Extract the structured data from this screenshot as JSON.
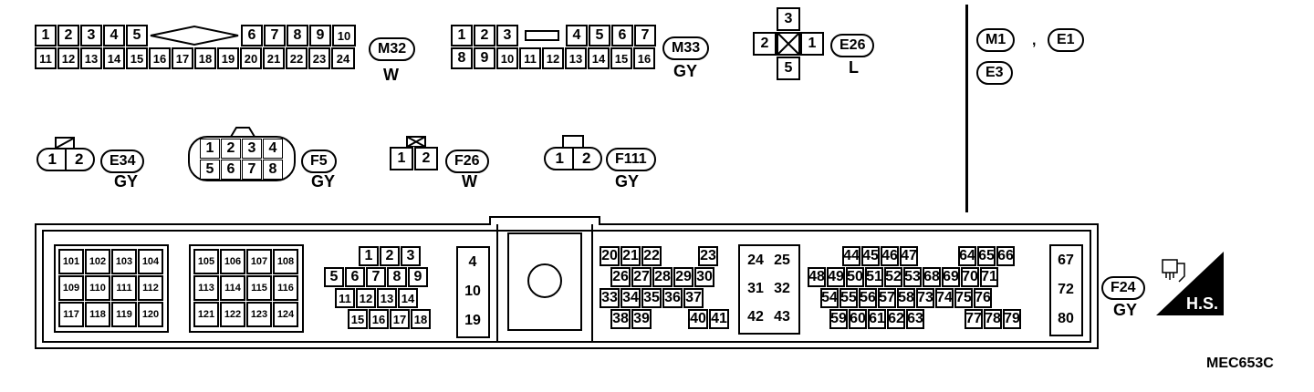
{
  "m32": {
    "top": [
      "1",
      "2",
      "3",
      "4",
      "5",
      "6",
      "7",
      "8",
      "9",
      "10"
    ],
    "bottom": [
      "11",
      "12",
      "13",
      "14",
      "15",
      "16",
      "17",
      "18",
      "19",
      "20",
      "21",
      "22",
      "23",
      "24"
    ],
    "tag": "M32",
    "color": "W"
  },
  "m33": {
    "top": [
      "1",
      "2",
      "3",
      "4",
      "5",
      "6",
      "7"
    ],
    "bottom": [
      "8",
      "9",
      "10",
      "11",
      "12",
      "13",
      "14",
      "15",
      "16"
    ],
    "tag": "M33",
    "color": "GY"
  },
  "e26": {
    "pins": [
      "3",
      "2",
      "1",
      "5"
    ],
    "tag": "E26",
    "color": "L"
  },
  "refs": {
    "m1": "M1",
    "comma": ",",
    "e1": "E1",
    "e3": "E3"
  },
  "e34": {
    "pins": [
      "1",
      "2"
    ],
    "tag": "E34",
    "color": "GY"
  },
  "f5": {
    "top": [
      "1",
      "2",
      "3",
      "4"
    ],
    "bottom": [
      "5",
      "6",
      "7",
      "8"
    ],
    "tag": "F5",
    "color": "GY"
  },
  "f26": {
    "pins": [
      "1",
      "2"
    ],
    "tag": "F26",
    "color": "W"
  },
  "f111": {
    "pins": [
      "1",
      "2"
    ],
    "tag": "F111",
    "color": "GY"
  },
  "ecm": {
    "g1": [
      [
        "101",
        "102",
        "103",
        "104"
      ],
      [
        "109",
        "110",
        "111",
        "112"
      ],
      [
        "117",
        "118",
        "119",
        "120"
      ]
    ],
    "g2": [
      [
        "105",
        "106",
        "107",
        "108"
      ],
      [
        "113",
        "114",
        "115",
        "116"
      ],
      [
        "121",
        "122",
        "123",
        "124"
      ]
    ],
    "g3": [
      [
        "1",
        "2",
        "3"
      ],
      [
        "5",
        "6",
        "7",
        "8",
        "9"
      ],
      [
        "11",
        "12",
        "13",
        "14"
      ],
      [
        "15",
        "16",
        "17",
        "18"
      ]
    ],
    "g4": [
      "4",
      "10",
      "19"
    ],
    "g5": [
      [
        "20",
        "21",
        "22",
        "23"
      ],
      [
        "26",
        "27",
        "28",
        "29",
        "30"
      ],
      [
        "33",
        "34",
        "35",
        "36",
        "37"
      ],
      [
        "38",
        "39",
        "40",
        "41"
      ]
    ],
    "g6": [
      [
        "24",
        "25"
      ],
      [
        "31",
        "32"
      ],
      [
        "42",
        "43"
      ]
    ],
    "g7": [
      [
        "44",
        "45",
        "46",
        "47",
        "64",
        "65",
        "66"
      ],
      [
        "48",
        "49",
        "50",
        "51",
        "52",
        "53",
        "68",
        "69",
        "70",
        "71"
      ],
      [
        "54",
        "55",
        "56",
        "57",
        "58",
        "73",
        "74",
        "75",
        "76"
      ],
      [
        "59",
        "60",
        "61",
        "62",
        "63",
        "77",
        "78",
        "79"
      ]
    ],
    "g8": [
      "67",
      "72",
      "80"
    ],
    "tag": "F24",
    "color": "GY"
  },
  "hs": "H.S.",
  "figure_code": "MEC653C"
}
